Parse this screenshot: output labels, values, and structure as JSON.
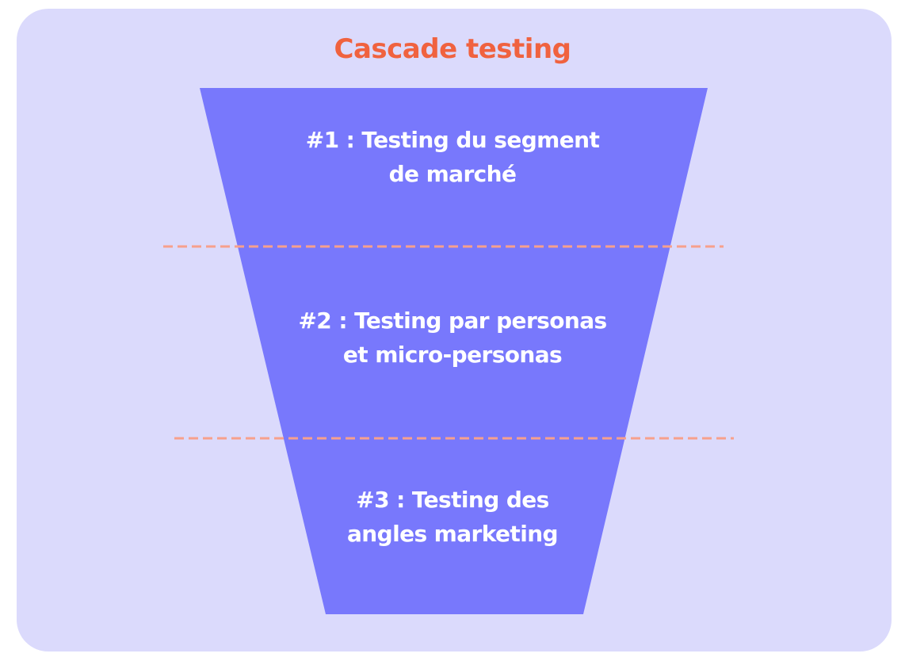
{
  "title": "Cascade testing",
  "stages": [
    {
      "line1": "#1 : Testing du segment",
      "line2": "de marché"
    },
    {
      "line1": "#2 : Testing par personas",
      "line2": "et micro-personas"
    },
    {
      "line1": "#3 : Testing des",
      "line2": "angles marketing"
    }
  ],
  "colors": {
    "background": "#dbdafc",
    "funnel": "#7878fc",
    "title": "#f0623f",
    "divider": "#f7a08c"
  }
}
